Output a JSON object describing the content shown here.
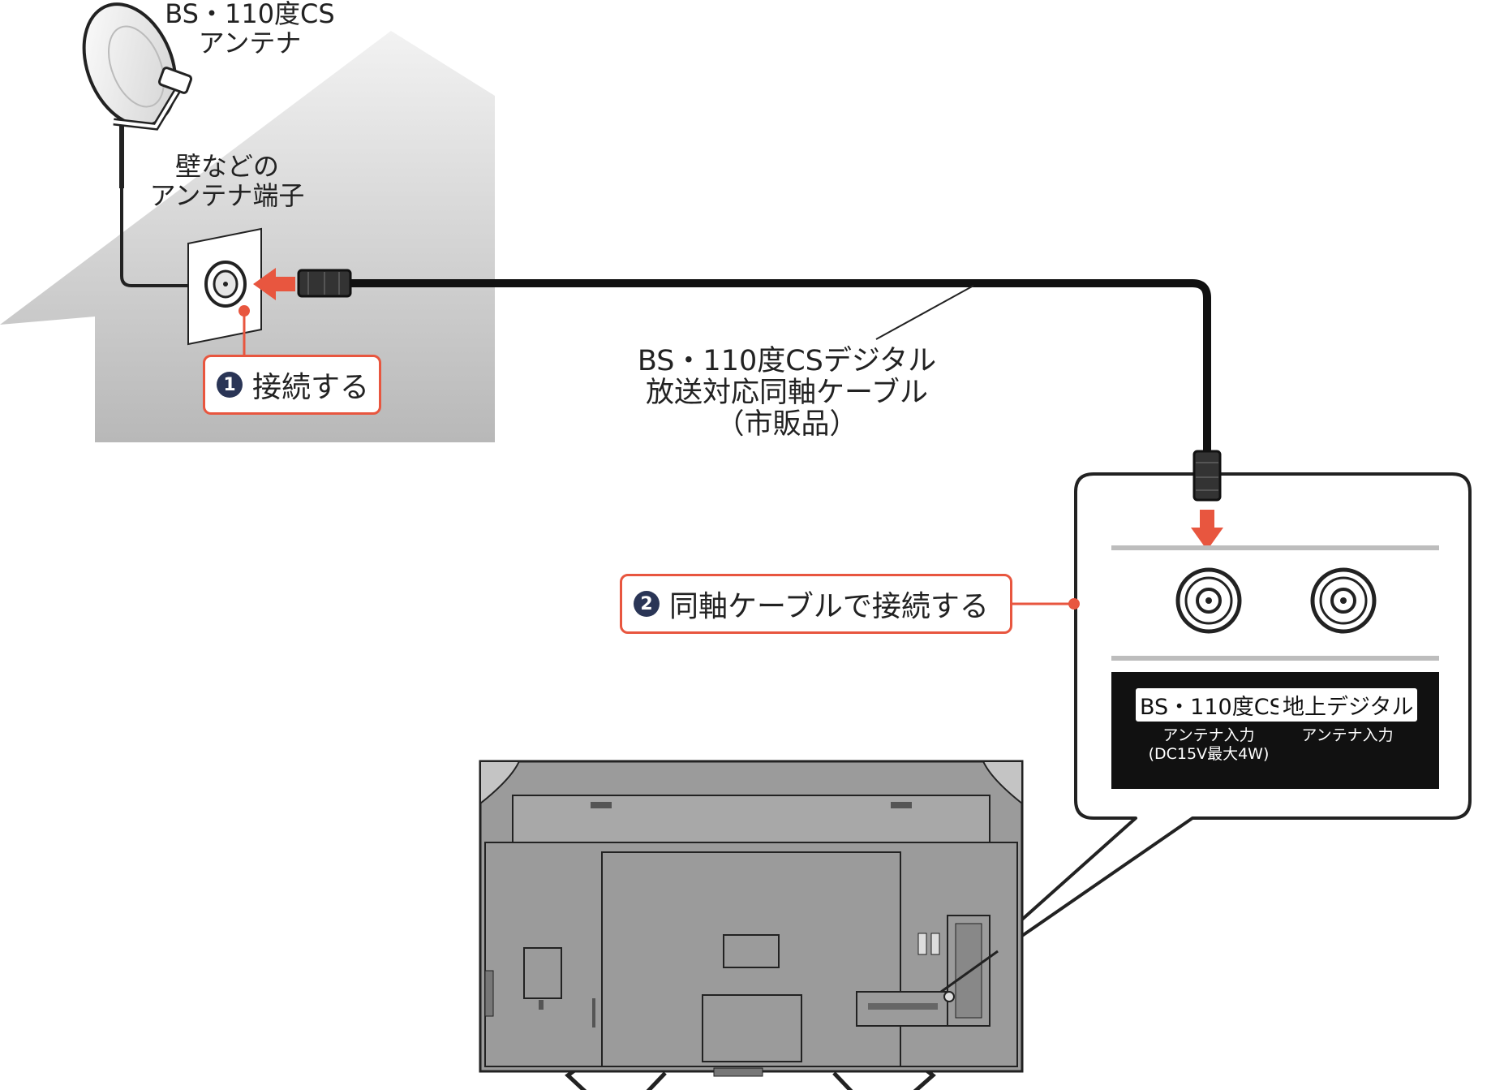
{
  "labels": {
    "satellite_line1": "BS・110度CS",
    "satellite_line2": "アンテナ",
    "wall_terminal_line1": "壁などの",
    "wall_terminal_line2": "アンテナ端子",
    "cable_line1": "BS・110度CSデジタル",
    "cable_line2": "放送対応同軸ケーブル",
    "cable_line3": "（市販品）"
  },
  "steps": [
    {
      "number": "1",
      "text": "接続する"
    },
    {
      "number": "2",
      "text": "同軸ケーブルで接続する"
    }
  ],
  "jacks": {
    "bs_cs": {
      "badge": "BS・110度CS",
      "sub1": "アンテナ入力",
      "sub2": "(DC15V最大4W)"
    },
    "terrestrial": {
      "badge": "地上デジタル",
      "sub1": "アンテナ入力"
    }
  },
  "colors": {
    "accent": "#e8563f",
    "step_number_bg": "#2a3556",
    "house_gray": "#c8c8c8",
    "tv_gray": "#9b9b9b",
    "panel_black": "#111111"
  }
}
